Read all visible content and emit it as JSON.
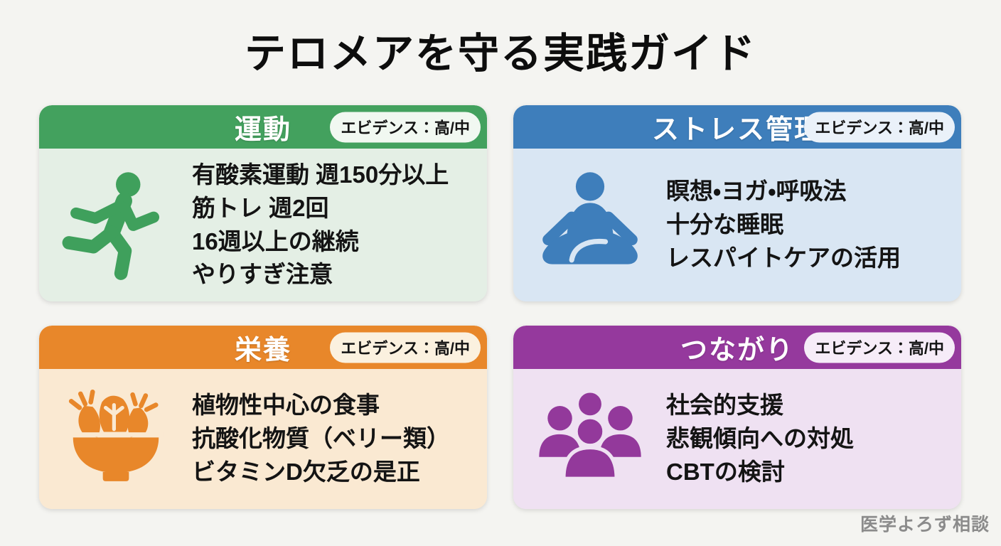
{
  "page": {
    "title": "テロメアを守る実践ガイド",
    "footer": "医学よろず相談",
    "background_color": "#F4F4F1",
    "title_color": "#0D0D0D",
    "footer_color": "#8B8B8B"
  },
  "cards": [
    {
      "id": "exercise",
      "title": "運動",
      "badge": "エビデンス：高/中",
      "icon": "running-person-icon",
      "colors": {
        "header": "#43A15E",
        "body": "#E4EFE5",
        "badge_bg": "#F1F8F1",
        "icon": "#3FA05C"
      },
      "lines": [
        "有酸素運動 週150分以上",
        "筋トレ 週2回",
        "16週以上の継続",
        "やりすぎ注意"
      ]
    },
    {
      "id": "stress-management",
      "title": "ストレス管理",
      "badge": "エビデンス：高/中",
      "icon": "meditation-person-icon",
      "colors": {
        "header": "#3E7EBB",
        "body": "#D9E6F3",
        "badge_bg": "#EAF1F9",
        "icon": "#3E7EBB"
      },
      "lines": [
        "瞑想・ヨガ・呼吸法",
        "十分な睡眠",
        "レスパイトケアの活用"
      ]
    },
    {
      "id": "nutrition",
      "title": "栄養",
      "badge": "エビデンス：高/中",
      "icon": "salad-bowl-icon",
      "colors": {
        "header": "#E8872A",
        "body": "#FAE9D2",
        "badge_bg": "#FBF1DF",
        "icon": "#E8872A"
      },
      "lines": [
        "植物性中心の食事",
        "抗酸化物質（ベリー類）",
        "ビタミンD欠乏の是正"
      ]
    },
    {
      "id": "connection",
      "title": "つながり",
      "badge": "エビデンス：高/中",
      "icon": "people-group-icon",
      "colors": {
        "header": "#95399D",
        "body": "#EFE1F2",
        "badge_bg": "#F6ECF8",
        "icon": "#93399B"
      },
      "lines": [
        "社会的支援",
        "悲観傾向への対処",
        "CBTの検討"
      ]
    }
  ]
}
